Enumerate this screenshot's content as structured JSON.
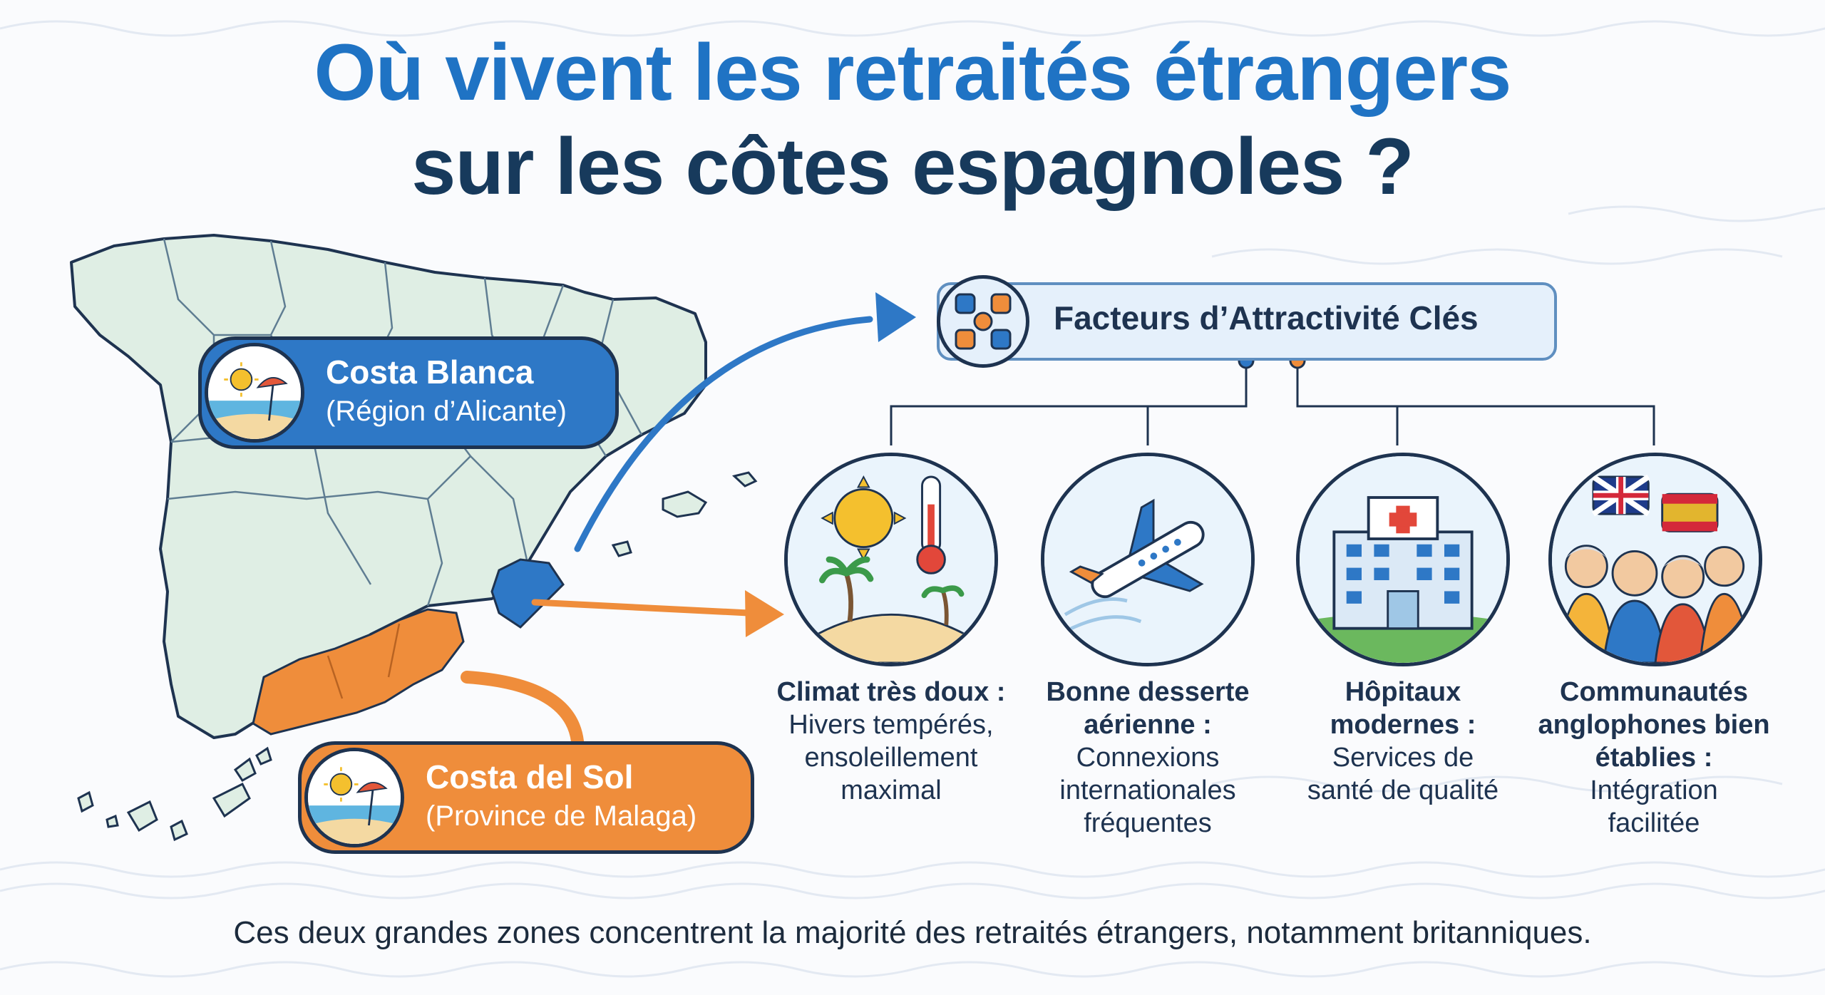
{
  "title": {
    "line1": "Où vivent les retraités étrangers",
    "line2": "sur les côtes espagnoles ?"
  },
  "regions": [
    {
      "name": "Costa Blanca",
      "sub": "(Région d’Alicante)",
      "color": "#2e78c6"
    },
    {
      "name": "Costa del Sol",
      "sub": "(Province de Malaga)",
      "color": "#ef8d3b"
    }
  ],
  "factors": {
    "title": "Facteurs d’Attractivité Clés",
    "items": [
      {
        "head": "Climat très doux :",
        "body": [
          "Hivers tempérés,",
          "ensoleillement",
          "maximal"
        ],
        "icon": "sun-thermometer-palm-icon"
      },
      {
        "head": "Bonne desserte aérienne :",
        "body": [
          "Connexions",
          "internationales",
          "fréquentes"
        ],
        "icon": "airplane-icon"
      },
      {
        "head": "Hôpitaux modernes :",
        "body": [
          "Services de",
          "santé de qualité"
        ],
        "icon": "hospital-icon"
      },
      {
        "head": "Communautés anglophones bien établies :",
        "body": [
          "Intégration",
          "facilitée"
        ],
        "icon": "community-flags-icon"
      }
    ]
  },
  "footer": "Ces deux grandes zones concentrent la majorité des retraités étrangers, notamment britanniques.",
  "colors": {
    "title_blue": "#1f73c4",
    "title_navy": "#173a5c",
    "map_fill": "#dfeee4",
    "costa_blanca": "#2e78c6",
    "costa_del_sol": "#ef8d3b",
    "outline": "#1e3350"
  }
}
